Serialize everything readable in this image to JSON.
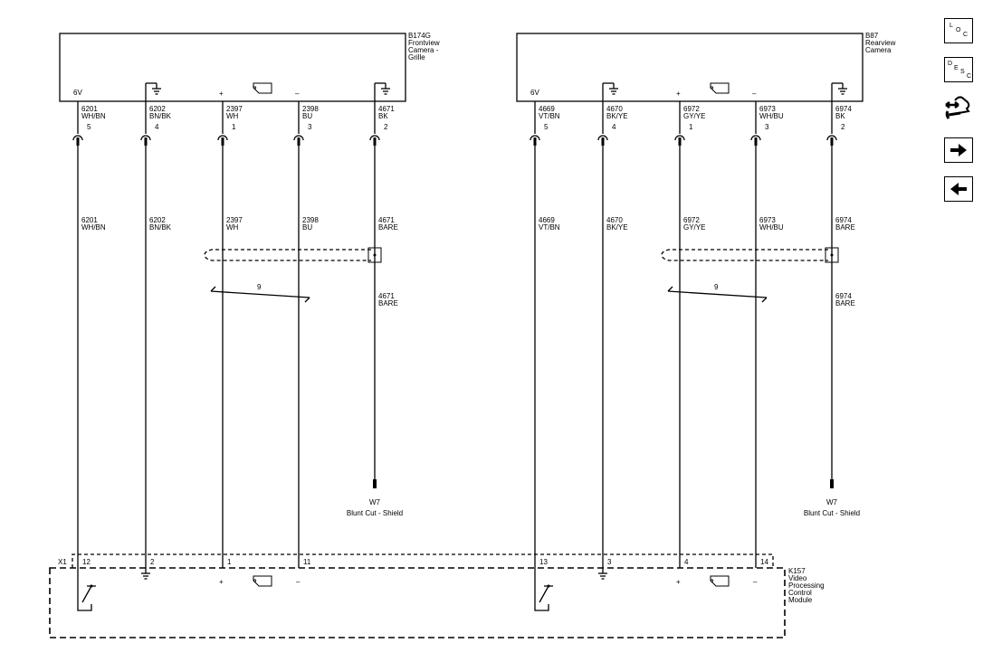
{
  "components": [
    {
      "id": "B174G",
      "name_lines": [
        "B174G",
        "Frontview",
        "Camera -",
        "Grille"
      ],
      "supply_label": "6V",
      "plus": "+",
      "minus": "–",
      "wires": [
        {
          "circuit": "6201",
          "color": "WH/BN",
          "pin": "5",
          "bottom_pin": "12",
          "end": "switch"
        },
        {
          "circuit": "6202",
          "color": "BN/BK",
          "pin": "4",
          "bottom_pin": "2",
          "end": "ground"
        },
        {
          "circuit": "2397",
          "color": "WH",
          "pin": "1",
          "bottom_pin": "1",
          "end": "plus"
        },
        {
          "circuit": "2398",
          "color": "BU",
          "pin": "3",
          "bottom_pin": "11",
          "end": "minus"
        },
        {
          "circuit": "4671",
          "color": "BK",
          "pin": "2",
          "mid_color": "BARE",
          "end": "shield"
        }
      ],
      "twist_label": "9",
      "shield_end": {
        "id": "W7",
        "label": "Blunt Cut - Shield"
      }
    },
    {
      "id": "B87",
      "name_lines": [
        "B87",
        "Rearview",
        "Camera"
      ],
      "supply_label": "6V",
      "plus": "+",
      "minus": "–",
      "wires": [
        {
          "circuit": "4669",
          "color": "VT/BN",
          "pin": "5",
          "bottom_pin": "13",
          "end": "switch"
        },
        {
          "circuit": "4670",
          "color": "BK/YE",
          "pin": "4",
          "bottom_pin": "3",
          "end": "ground"
        },
        {
          "circuit": "6972",
          "color": "GY/YE",
          "pin": "1",
          "bottom_pin": "4",
          "end": "plus"
        },
        {
          "circuit": "6973",
          "color": "WH/BU",
          "pin": "3",
          "bottom_pin": "14",
          "end": "minus"
        },
        {
          "circuit": "6974",
          "color": "BK",
          "pin": "2",
          "mid_color": "BARE",
          "end": "shield"
        }
      ],
      "twist_label": "9",
      "shield_end": {
        "id": "W7",
        "label": "Blunt Cut - Shield"
      }
    }
  ],
  "module": {
    "connector": "X1",
    "name_lines": [
      "K157",
      "Video",
      "Processing",
      "Control",
      "Module"
    ],
    "plus": "+",
    "minus": "–"
  },
  "nav_buttons": [
    {
      "name": "loc-button",
      "letters": [
        "L",
        "O",
        "C"
      ]
    },
    {
      "name": "desc-button",
      "letters": [
        "D",
        "E",
        "S",
        "C"
      ]
    },
    {
      "name": "connector-end-view-button",
      "icon": "connector-wrench-icon"
    },
    {
      "name": "next-button",
      "icon": "arrow-right-icon"
    },
    {
      "name": "previous-button",
      "icon": "arrow-left-icon"
    }
  ]
}
